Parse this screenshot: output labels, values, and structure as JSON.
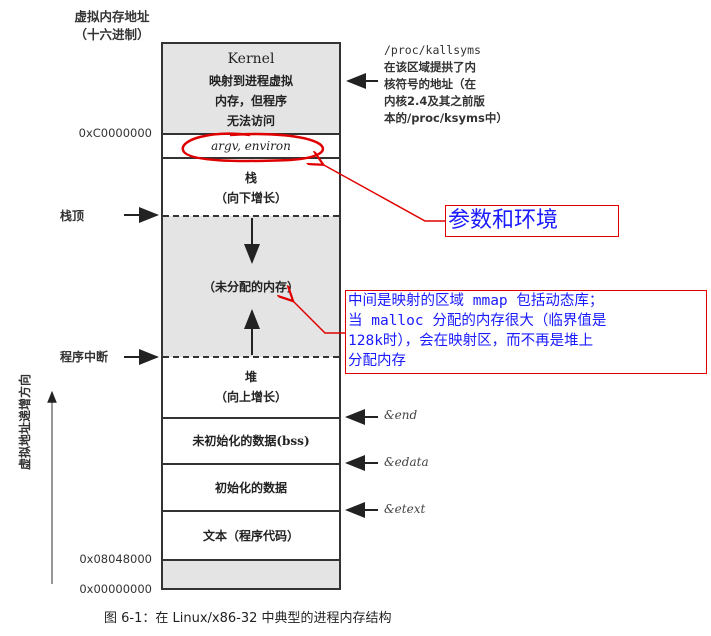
{
  "figure": {
    "title_line1": "虚拟内存地址",
    "title_line2": "（十六进制）",
    "caption": "图 6-1：在 Linux/x86-32 中典型的进程内存结构",
    "axis_label": "虚拟地址递增方向"
  },
  "segments": {
    "kernel": {
      "name": "Kernel",
      "desc_line1": "映射到进程虚拟",
      "desc_line2": "内存，但程序",
      "desc_line3": "无法访问"
    },
    "argv": {
      "name": "argv, environ"
    },
    "stack": {
      "name": "栈",
      "desc": "（向下增长）"
    },
    "unallocated": {
      "name": "（未分配的内存）"
    },
    "heap": {
      "name": "堆",
      "desc": "（向上增长）"
    },
    "bss": {
      "name": "未初始化的数据(bss)"
    },
    "data": {
      "name": "初始化的数据"
    },
    "text": {
      "name": "文本（程序代码）"
    }
  },
  "addresses": {
    "kernel_start": "0xC0000000",
    "text_start": "0x08048000",
    "zero": "0x00000000"
  },
  "left_markers": {
    "stack_top": "栈顶",
    "program_break": "程序中断"
  },
  "right_markers": {
    "end": "&end",
    "edata": "&edata",
    "etext": "&etext"
  },
  "kernel_note": {
    "line1": "/proc/kallsyms",
    "line2": "在该区域提拱了内",
    "line3": "核符号的地址（在",
    "line4": "内核2.4及其之前版",
    "line5": "本的/proc/ksyms中）"
  },
  "annotations": {
    "args_env": "参数和环境",
    "mmap_line1": "中间是映射的区域 mmap 包括动态库；",
    "mmap_line2": "当 malloc 分配的内存很大（临界值是",
    "mmap_line3": "128k时），会在映射区，而不再是堆上",
    "mmap_line4": "分配内存"
  },
  "colors": {
    "grey_fill": "#e4e4e4",
    "annotation_border": "#e00000",
    "annotation_text": "#1a1aff",
    "outline": "#333333"
  }
}
